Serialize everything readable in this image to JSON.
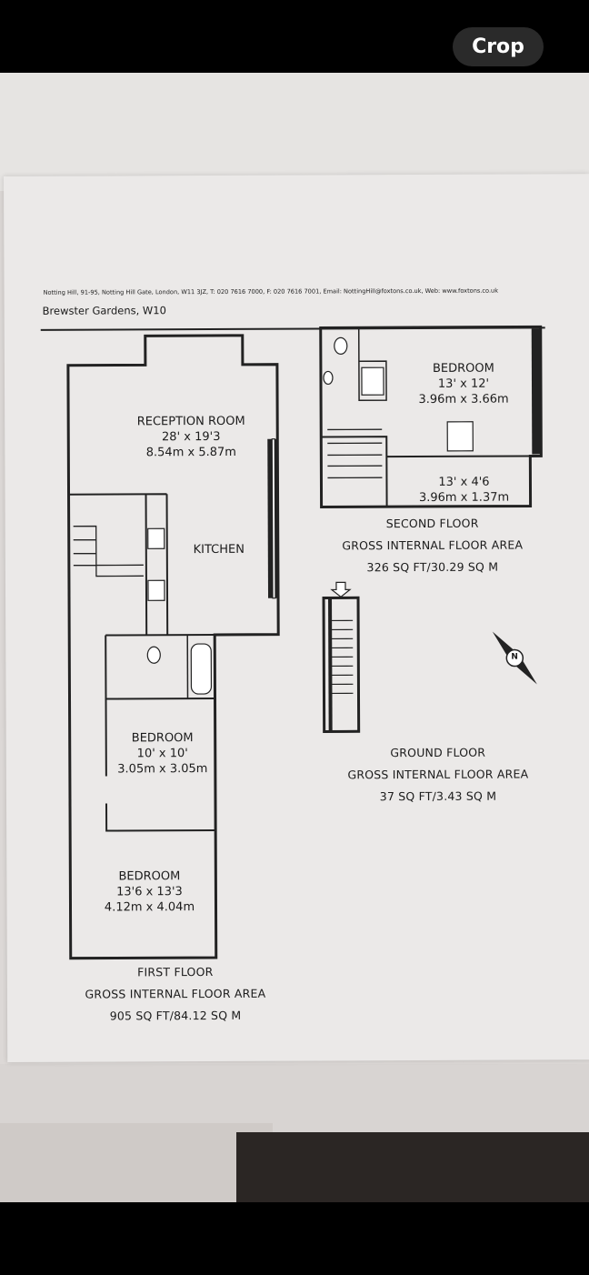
{
  "toolbar": {
    "crop_label": "Crop"
  },
  "document": {
    "contact_line": "Notting Hill, 91-95, Notting Hill Gate, London, W11 3JZ, T: 020 7616 7000, F: 020 7616 7001, Email: NottingHill@foxtons.co.uk, Web: www.foxtons.co.uk",
    "address": "Brewster Gardens, W10"
  },
  "rooms": {
    "reception": {
      "name": "RECEPTION ROOM",
      "imperial": "28' x 19'3",
      "metric": "8.54m x 5.87m"
    },
    "kitchen": {
      "name": "KITCHEN"
    },
    "bedroom_small": {
      "name": "BEDROOM",
      "imperial": "10' x 10'",
      "metric": "3.05m x 3.05m"
    },
    "bedroom_first": {
      "name": "BEDROOM",
      "imperial": "13'6 x 13'3",
      "metric": "4.12m x 4.04m"
    },
    "bedroom_second": {
      "name": "BEDROOM",
      "imperial": "13' x 12'",
      "metric": "3.96m x 3.66m"
    },
    "storage_second": {
      "imperial": "13' x 4'6",
      "metric": "3.96m x 1.37m"
    }
  },
  "floors": {
    "first": {
      "name": "FIRST FLOOR",
      "label": "GROSS INTERNAL FLOOR AREA",
      "area": "905 SQ FT/84.12 SQ M"
    },
    "second": {
      "name": "SECOND FLOOR",
      "label": "GROSS INTERNAL FLOOR AREA",
      "area": "326 SQ FT/30.29 SQ M"
    },
    "ground": {
      "name": "GROUND FLOOR",
      "label": "GROSS INTERNAL FLOOR AREA",
      "area": "37 SQ FT/3.43 SQ M"
    }
  },
  "compass": {
    "label": "N"
  }
}
